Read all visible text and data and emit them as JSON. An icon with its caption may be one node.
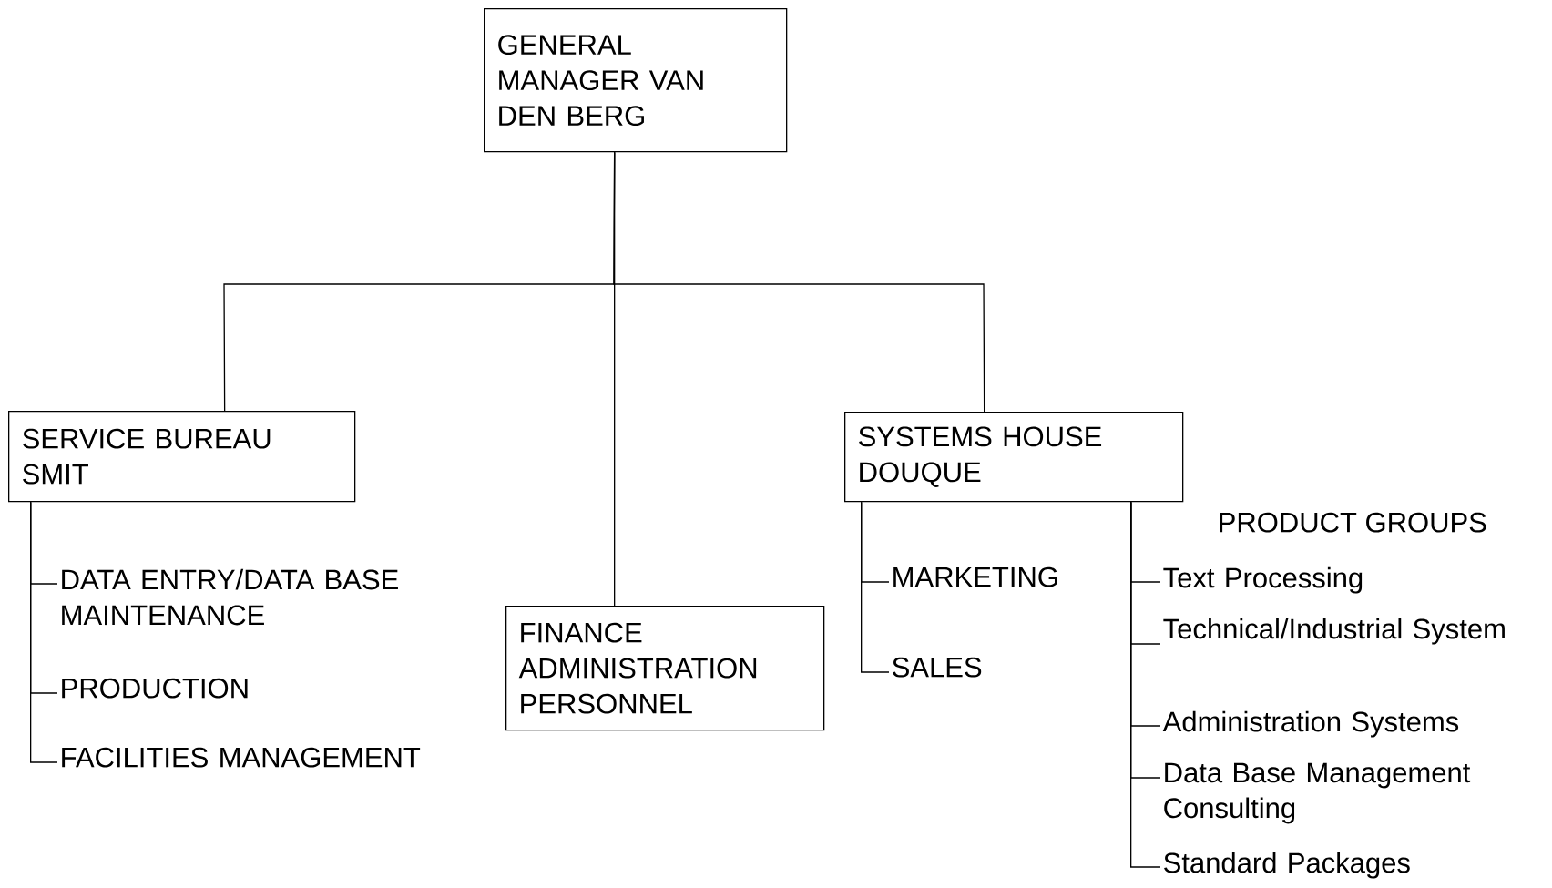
{
  "diagram": {
    "nodes": [
      {
        "text": [
          "GENERAL MANAGER VAN DEN BERG"
        ]
      },
      {
        "text": [
          "SERVICE BUREAU SMIT"
        ]
      },
      {
        "text": [
          "FINANCE ADMINISTRATION PERSONNEL"
        ]
      },
      {
        "text": [
          "SYSTEMS HOUSE DOUQUE"
        ]
      },
      {
        "text": [
          "DATA ENTRY/DATA BASE MAINTENANCE"
        ]
      },
      {
        "text": [
          "PRODUCTION"
        ]
      },
      {
        "text": [
          "FACILITIES MANAGEMENT"
        ]
      },
      {
        "text": [
          "MARKETING"
        ]
      },
      {
        "text": [
          "SALES"
        ]
      },
      {
        "text": [
          "Text Processing"
        ]
      },
      {
        "text": [
          "Technical/Industrial System"
        ]
      },
      {
        "text": [
          "Administration Systems"
        ]
      },
      {
        "text": [
          "Data Base Management Consulting"
        ]
      },
      {
        "text": [
          "Standard Packages"
        ]
      }
    ],
    "edges": [
      {
        "from": 0,
        "to": 1,
        "arrow": "none"
      },
      {
        "from": 0,
        "to": 2,
        "arrow": "none"
      },
      {
        "from": 0,
        "to": 3,
        "arrow": "none"
      },
      {
        "from": 1,
        "to": 4,
        "arrow": "none"
      },
      {
        "from": 1,
        "to": 5,
        "arrow": "none"
      },
      {
        "from": 1,
        "to": 6,
        "arrow": "none"
      },
      {
        "from": 3,
        "to": 7,
        "arrow": "none"
      },
      {
        "from": 3,
        "to": 8,
        "arrow": "none"
      },
      {
        "from": 3,
        "to": 9,
        "arrow": "none"
      },
      {
        "from": 3,
        "to": 10,
        "arrow": "none"
      },
      {
        "from": 3,
        "to": 11,
        "arrow": "none"
      },
      {
        "from": 3,
        "to": 12,
        "arrow": "none"
      },
      {
        "from": 3,
        "to": 13,
        "arrow": "none"
      }
    ],
    "labels": [
      "PRODUCT GROUPS"
    ]
  }
}
